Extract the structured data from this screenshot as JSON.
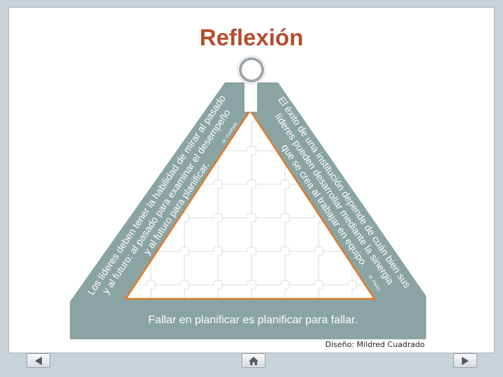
{
  "slide": {
    "title": "Reflexión"
  },
  "left_quote": {
    "lines": [
      "Los líderes deben tener la habilidad de mirar al pasado",
      "y al futuro: al pasado para examinar el desempeño",
      "y al futuro para planificar."
    ],
    "attribution": "M. Cuadrado"
  },
  "right_quote": {
    "lines": [
      "El éxito de una institución depende de cuán bien sus",
      "líderes pueden desarrollar mediante la sinergia",
      "que se crea al trabajar en equipo."
    ],
    "attribution": "M. Pabón"
  },
  "base_quote": "Fallar en planificar es planificar para fallar.",
  "credit": "Diseño: Mildred Cuadrado",
  "nav": {
    "prev_icon": "left-triangle-icon",
    "home_icon": "home-icon",
    "next_icon": "right-triangle-icon"
  },
  "colors": {
    "background": "#c8d3d9",
    "title": "#b54c2e",
    "band": "#8aa4a3",
    "triangle_border": "#e37a26",
    "ornament_ring": "#9ea5a9"
  }
}
